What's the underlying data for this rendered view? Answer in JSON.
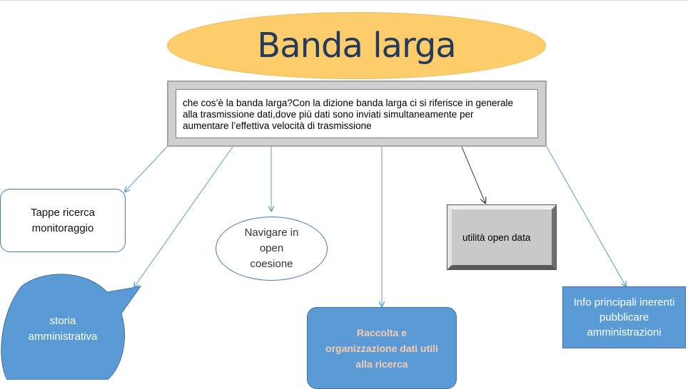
{
  "title": "Banda larga",
  "center": {
    "lines": [
      "che cos’è la banda larga?Con la dizione banda larga ci si riferisce in generale",
      "alla trasmissione dati,dove più dati sono inviati simultaneamente per",
      "aumentare l’effettiva velocità di trasmissione"
    ]
  },
  "nodes": {
    "tappe": [
      "Tappe ricerca",
      "monitoraggio"
    ],
    "navigare": [
      "Navigare in",
      "open",
      "coesione"
    ],
    "open_data": "utilità open data",
    "storia": [
      "storia",
      "amministrativa"
    ],
    "raccolta": [
      "Raccolta e",
      "organizzazione dati utili",
      "alla ricerca"
    ],
    "info": [
      "Info principali inerenti",
      "pubblicare",
      "amministrazioni"
    ]
  },
  "colors": {
    "title_fill": "#fdcd6b",
    "title_text": "#223a5e",
    "node_blue": "#5b9bd5",
    "connector_blue": "#5b9bd5",
    "connector_dark": "#404040",
    "raccolta_text": "#f8cbad"
  }
}
